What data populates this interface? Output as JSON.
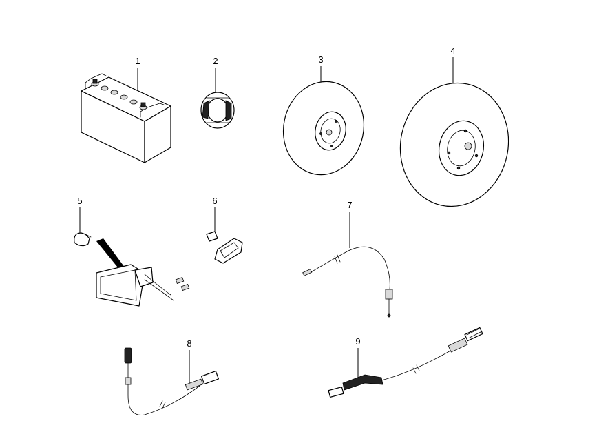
{
  "callouts": {
    "battery": "1",
    "brake_shoe": "2",
    "small_wheel": "3",
    "large_wheel": "4",
    "headlight_bulb": "5",
    "indicator_bulb": "6",
    "cable_7": "7",
    "cable_8": "8",
    "cable_9": "9"
  }
}
